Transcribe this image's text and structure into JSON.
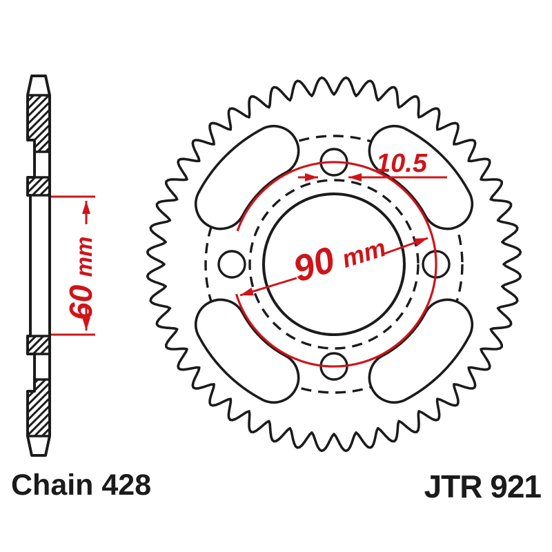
{
  "part": {
    "chain_label": "Chain 428",
    "part_number": "JTR 921"
  },
  "dimensions": {
    "bolt_hole_diameter": "10.5",
    "bolt_circle_value": "90",
    "bolt_circle_unit": "mm",
    "offset_value": "60",
    "offset_unit": "mm"
  },
  "colors": {
    "line": "#1b1b1b",
    "dimension_red": "#cf1419",
    "background": "#ffffff"
  }
}
